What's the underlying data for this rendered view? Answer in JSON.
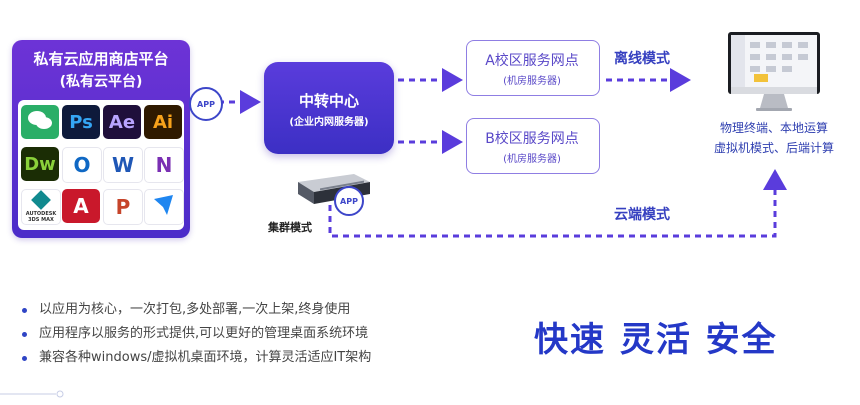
{
  "store": {
    "title": "私有云应用商店平台",
    "subtitle": "(私有云平台)",
    "apps": [
      {
        "name": "wechat-icon",
        "label": "",
        "bg": "#2aae67",
        "fg": "#ffffff"
      },
      {
        "name": "photoshop-icon",
        "label": "Ps",
        "bg": "#0e1a3b",
        "fg": "#35a6f4"
      },
      {
        "name": "after-effects-icon",
        "label": "Ae",
        "bg": "#1f0f3b",
        "fg": "#b9a4ff"
      },
      {
        "name": "illustrator-icon",
        "label": "Ai",
        "bg": "#2f1a00",
        "fg": "#f7a21b"
      },
      {
        "name": "dreamweaver-icon",
        "label": "Dw",
        "bg": "#1b2d05",
        "fg": "#8ad13a"
      },
      {
        "name": "outlook-icon",
        "label": "O",
        "bg": "#ffffff",
        "fg": "#0f68c4"
      },
      {
        "name": "word-icon",
        "label": "W",
        "bg": "#ffffff",
        "fg": "#1f57b6"
      },
      {
        "name": "onenote-icon",
        "label": "N",
        "bg": "#ffffff",
        "fg": "#7a2fb3"
      },
      {
        "name": "3ds-max-icon",
        "label": "AUTODESK 3DS MAX",
        "bg": "#ffffff",
        "fg": "#107c82"
      },
      {
        "name": "autocad-icon",
        "label": "A",
        "bg": "#c9182b",
        "fg": "#ffffff"
      },
      {
        "name": "powerpoint-icon",
        "label": "P",
        "bg": "#ffffff",
        "fg": "#c6442a"
      },
      {
        "name": "feishu-icon",
        "label": "",
        "bg": "#ffffff",
        "fg": "#1f86f0"
      }
    ]
  },
  "app_badge": "APP",
  "hub": {
    "title": "中转中心",
    "subtitle": "(企业内网服务器)"
  },
  "campus_a": {
    "title": "A校区服务网点",
    "subtitle": "(机房服务器)"
  },
  "campus_b": {
    "title": "B校区服务网点",
    "subtitle": "(机房服务器)"
  },
  "modes": {
    "offline": "离线模式",
    "cloud": "云端模式",
    "cluster": "集群模式"
  },
  "terminal": {
    "line1": "物理终端、本地运算",
    "line2": "虚拟机模式、后端计算"
  },
  "bullets": [
    "以应用为核心，一次打包,多处部署,一次上架,终身使用",
    "应用程序以服务的形式提供,可以更好的管理桌面系统环境",
    "兼容各种windows/虚拟机桌面环境，计算灵活适应IT架构"
  ],
  "slogan": "快速 灵活 安全",
  "colors": {
    "primary": "#4b2cc9",
    "accent": "#2438c7",
    "arrow": "#5a3cdc"
  }
}
